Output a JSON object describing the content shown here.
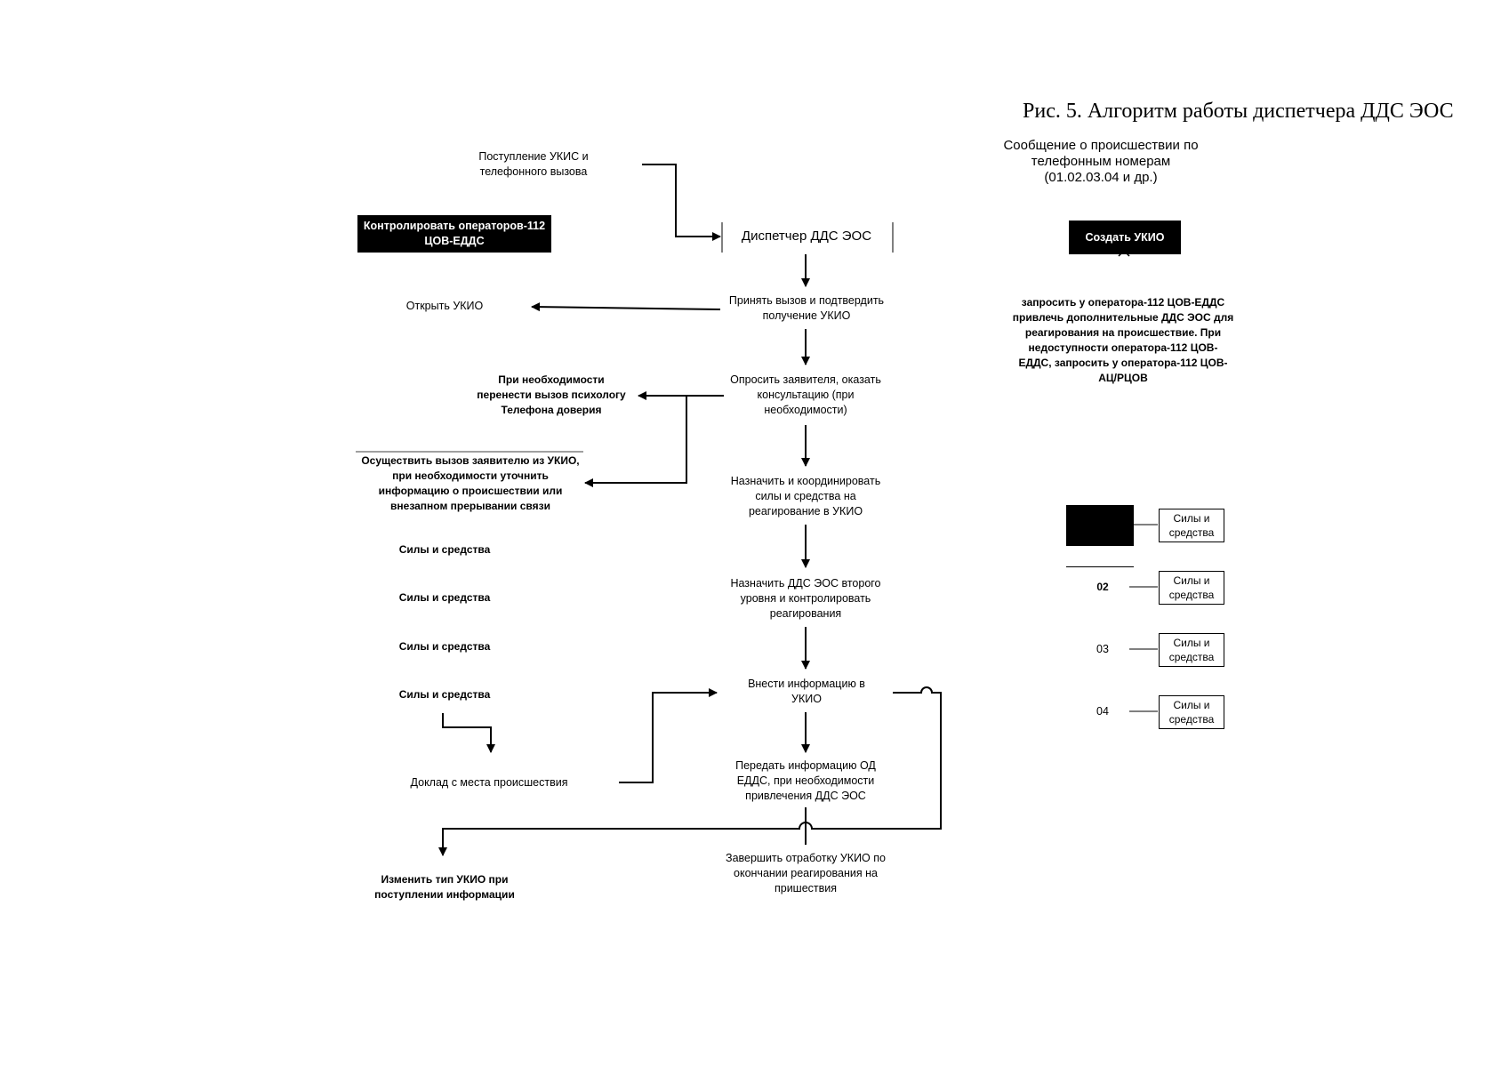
{
  "title": "Рис. 5. Алгоритм работы диспетчера ДДС ЭОС",
  "top_right_text": "Сообщение о происшествии по телефонным номерам (01.02.03.04 и др.)",
  "incoming_call": "Поступление УКИС и телефонного вызова",
  "control_operators": "Контролировать операторов-112 ЦОВ-ЕДДС",
  "dispatcher": "Диспетчер ДДС ЭОС",
  "create_ukio": "Создать УКИО",
  "accept_call": "Принять вызов и подтвердить получение УКИО",
  "open_ukio": "Открыть УКИО",
  "request_operator": "запросить у оператора-112 ЦОВ-ЕДДС привлечь дополнительные ДДС ЭОС для реагирования на происшествие. При недоступности оператора-112 ЦОВ-ЕДДС, запросить у оператора-112 ЦОВ-АЦ/РЦОВ",
  "interview": "Опросить заявителя, оказать консультацию (при необходимости)",
  "transfer_psych": "При необходимости перенести вызов психологу Телефона доверия",
  "callback": "Осуществить вызов заявителю из УКИО, при необходимости уточнить информацию о происшествии или внезапном прерывании связи",
  "assign_forces": "Назначить и координировать силы и средства на реагирование в УКИО",
  "forces_left": [
    "Силы и средства",
    "Силы и средства",
    "Силы и средства",
    "Силы и средства"
  ],
  "assign_second": "Назначить ДДС ЭОС второго уровня и контролировать реагирования",
  "enter_info": "Внести информацию в УКИО",
  "report": "Доклад с места происшествия",
  "transfer_info": "Передать информацию ОД ЕДДС, при необходимости привлечения ДДС ЭОС",
  "finish": "Завершить отработку УКИО по окончании реагирования на пришествия",
  "change_type": "Изменить тип УКИО при поступлении информации",
  "services": [
    {
      "code": "",
      "label": "Силы и средства"
    },
    {
      "code": "02",
      "label": "Силы и средства"
    },
    {
      "code": "03",
      "label": "Силы и средства"
    },
    {
      "code": "04",
      "label": "Силы и средства"
    }
  ]
}
